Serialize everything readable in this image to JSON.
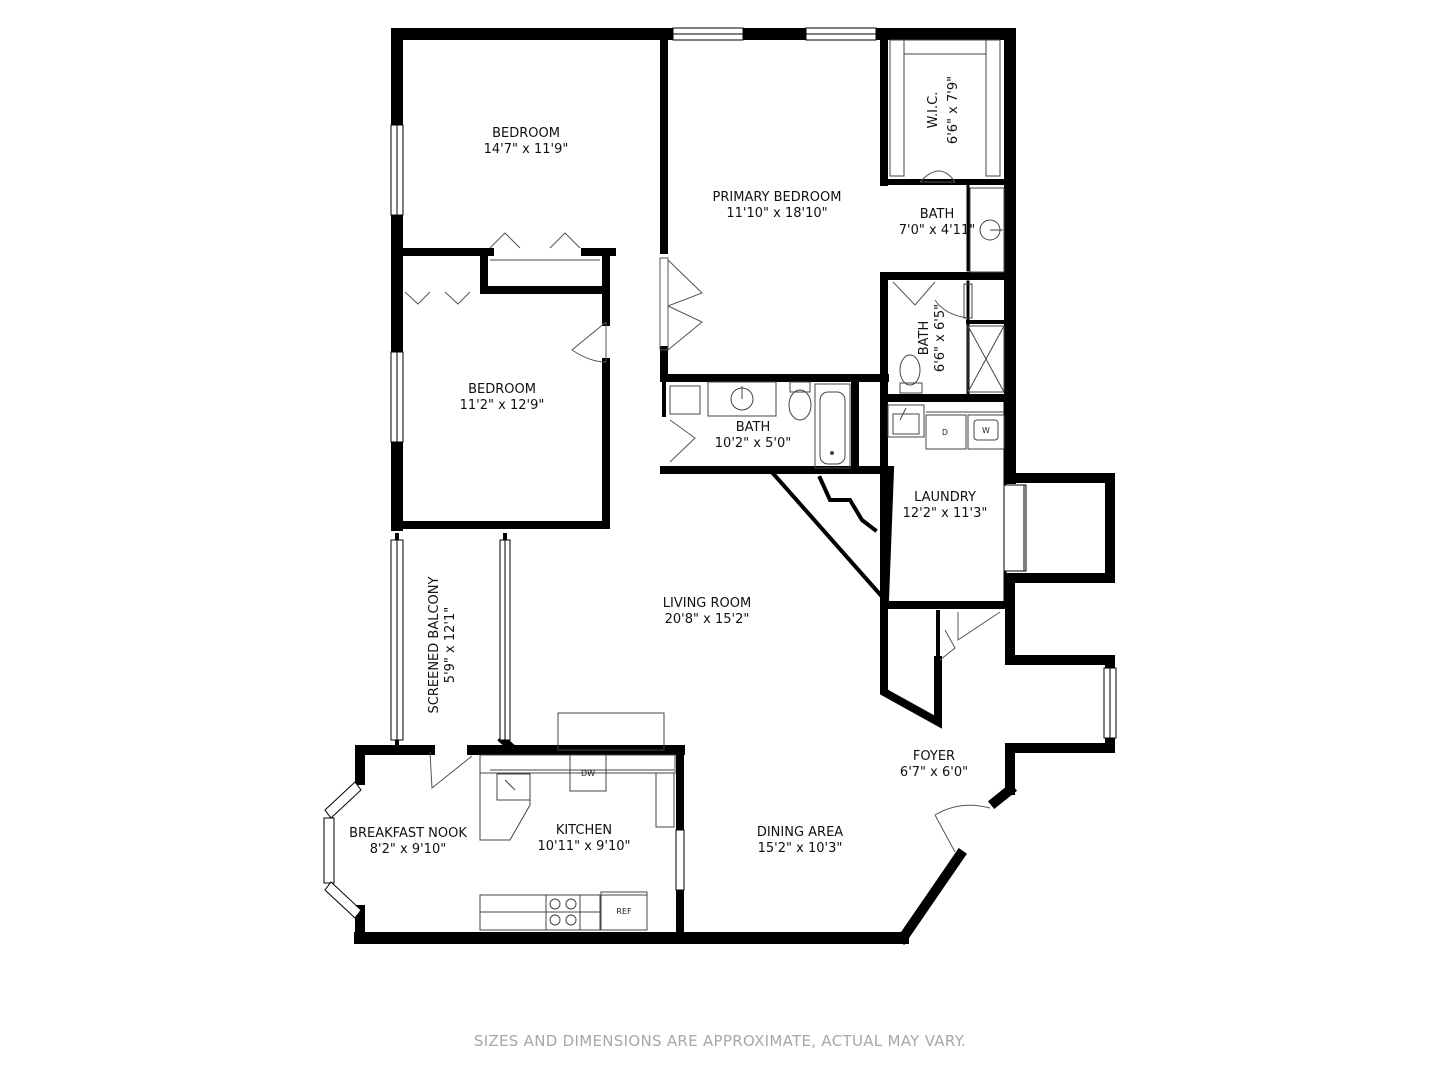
{
  "rooms": {
    "bedroom1": {
      "name": "BEDROOM",
      "dims": "14'7\" x 11'9\""
    },
    "primary_bedroom": {
      "name": "PRIMARY BEDROOM",
      "dims": "11'10\" x 18'10\""
    },
    "wic": {
      "name": "W.I.C.",
      "dims": "6'6\" x 7'9\""
    },
    "bath_primary": {
      "name": "BATH",
      "dims": "7'0\" x 4'11\""
    },
    "bath_shower": {
      "name": "BATH",
      "dims": "6'6\" x 6'5\""
    },
    "bedroom2": {
      "name": "BEDROOM",
      "dims": "11'2\" x 12'9\""
    },
    "bath_hall": {
      "name": "BATH",
      "dims": "10'2\" x 5'0\""
    },
    "laundry": {
      "name": "LAUNDRY",
      "dims": "12'2\" x 11'3\""
    },
    "living_room": {
      "name": "LIVING ROOM",
      "dims": "20'8\" x 15'2\""
    },
    "screened_balcony": {
      "name": "SCREENED BALCONY",
      "dims": "5'9\" x 12'1\""
    },
    "foyer": {
      "name": "FOYER",
      "dims": "6'7\" x 6'0\""
    },
    "breakfast_nook": {
      "name": "BREAKFAST NOOK",
      "dims": "8'2\" x 9'10\""
    },
    "kitchen": {
      "name": "KITCHEN",
      "dims": "10'11\" x 9'10\""
    },
    "dining_area": {
      "name": "DINING AREA",
      "dims": "15'2\" x 10'3\""
    }
  },
  "appliances": {
    "dryer": "D",
    "washer": "W",
    "dishwasher": "DW",
    "refrigerator": "REF"
  },
  "disclaimer": "SIZES AND DIMENSIONS ARE APPROXIMATE, ACTUAL MAY VARY."
}
